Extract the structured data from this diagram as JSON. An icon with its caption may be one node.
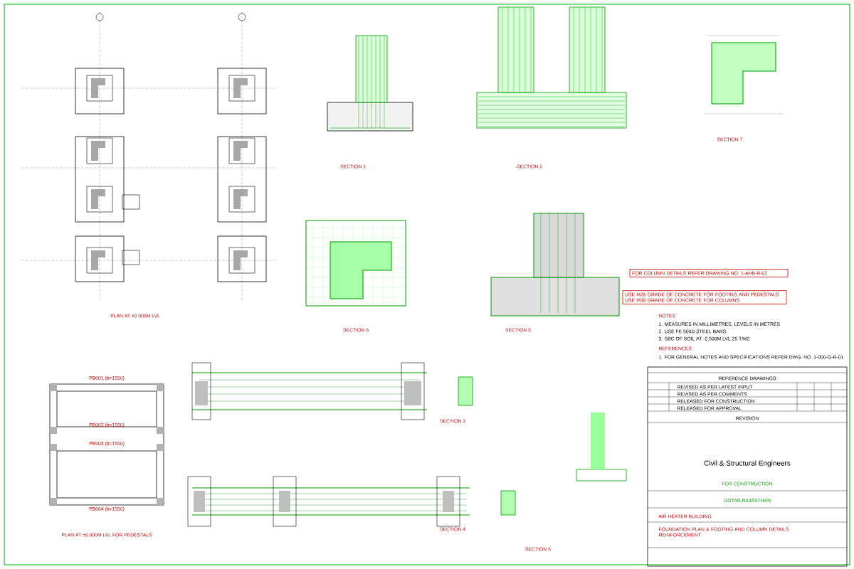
{
  "diagram": {
    "nodes": [
      {
        "text": [
          "FOR COLUMN DETAILS REFER DRAWING NO. 1-AHB-R-02"
        ]
      },
      {
        "text": [
          "USE M25 GRADE OF CONCRETE FOR FOOTING AND PEDESTALS",
          "USE M30 GRADE OF CONCRETE FOR COLUMNS"
        ]
      }
    ],
    "edges": [],
    "labels": [
      "PLAN AT ±0.000M LVL",
      "SECTION 1",
      "SECTION 2",
      "SECTION 7",
      "SECTION 6",
      "SECTION 8",
      "NOTES",
      "1. MEASURES IN MILLIMETRES, LEVELS IN METRES",
      "2. USE FE 500D STEEL BARS",
      "3. SBC OF SOIL AT -2.500M LVL 25 T/M2",
      "REFERENCES",
      "1. FOR GENERAL NOTES AND SPECIFICATIONS REFER DWG. NO. 1-000-G-R-01",
      "REFERENCE DRAWINGS",
      "REVISED AS PER LATEST INPUT",
      "REVISED AS PER COMMENTS",
      "RELEASED FOR CONSTRUCTION",
      "RELEASED FOR APPROVAL",
      "REVISION",
      "Civil & Structural Engineers",
      "FOR CONSTRUCTION",
      "GOTAN,RAJASTHAN",
      "AIR HEATER BUILDING",
      "FOUNDATION PLAN & FOOTING AND COLUMN DETAILS REINFORCEMENT",
      "PB001 (b=1550)",
      "PB002 (b=1550)",
      "PB003 (b=1550)",
      "PB004 (b=1550)",
      "PLAN AT ±0.000M LVL FOR PEDESTALS",
      "SECTION 3",
      "SECTION 4",
      "SECTION 5"
    ]
  }
}
